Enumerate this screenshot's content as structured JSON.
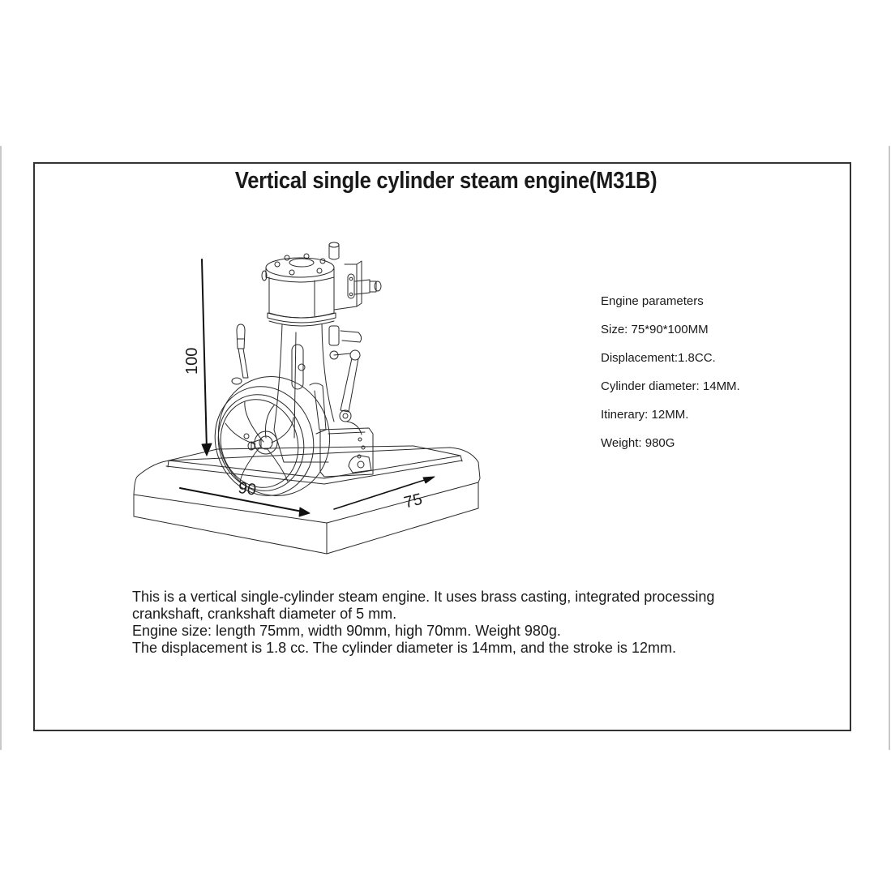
{
  "title": "Vertical single cylinder steam engine(M31B)",
  "drawing": {
    "subject": "steam-engine-line-drawing",
    "dimensions": {
      "height_label": "100",
      "width_label": "90",
      "depth_label": "75"
    }
  },
  "parameters": {
    "heading": "Engine parameters",
    "items": [
      {
        "label": "Size",
        "text": "Size: 75*90*100MM"
      },
      {
        "label": "Displacement",
        "text": "Displacement:1.8CC."
      },
      {
        "label": "Cylinder diameter",
        "text": "Cylinder diameter: 14MM."
      },
      {
        "label": "Itinerary",
        "text": "Itinerary: 12MM."
      },
      {
        "label": "Weight",
        "text": "Weight: 980G"
      }
    ]
  },
  "description": {
    "lines": [
      "This is a vertical single-cylinder steam engine. It uses brass casting, integrated processing",
      "crankshaft, crankshaft diameter of 5 mm.",
      "Engine size: length 75mm, width 90mm, high 70mm. Weight 980g.",
      "The displacement is 1.8 cc. The cylinder diameter is 14mm, and the stroke is 12mm."
    ]
  },
  "colors": {
    "frame": "#333333",
    "text": "#1a1a1a",
    "edge_lines": "#c8c8c8",
    "background": "#ffffff"
  }
}
